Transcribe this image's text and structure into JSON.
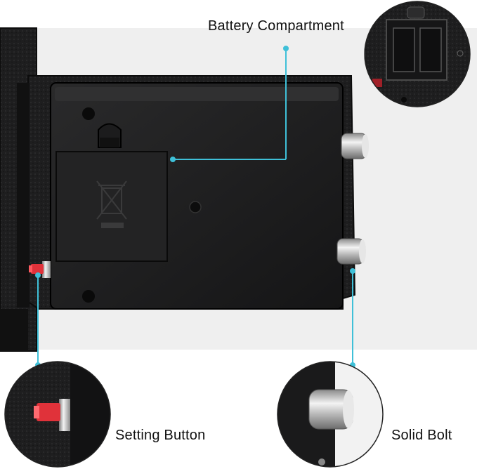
{
  "callouts": {
    "battery_compartment": "Battery Compartment",
    "setting_button": "Setting Button",
    "solid_bolt": "Solid Bolt"
  },
  "colors": {
    "leader_line": "#3fc0d8",
    "safe_body": "#1b1b1c",
    "setting_button": "#e0323a",
    "bolt_chrome": "#d9d9d9"
  }
}
